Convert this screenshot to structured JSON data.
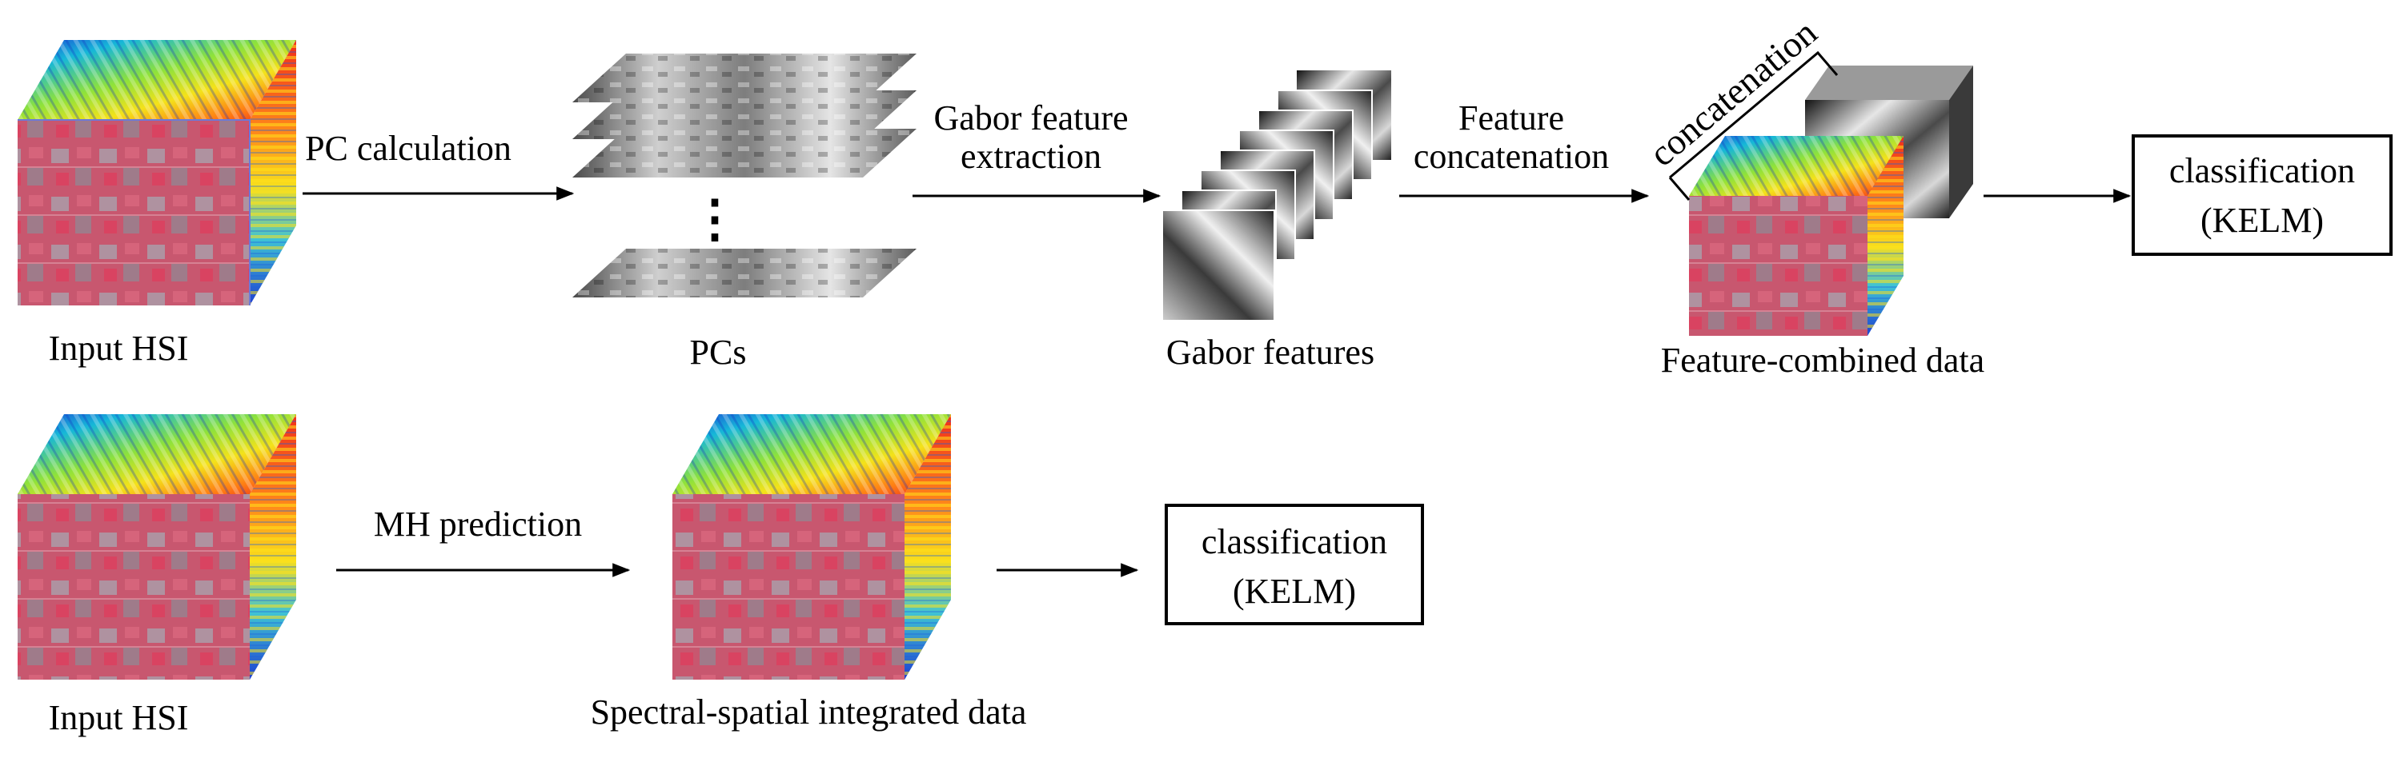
{
  "pipeline_top": {
    "input_label": "Input HSI",
    "step1_label": "PC calculation",
    "pcs_label": "PCs",
    "ellipsis": "⋮",
    "step2_label_line1": "Gabor feature",
    "step2_label_line2": "extraction",
    "gabor_label": "Gabor features",
    "step3_label_line1": "Feature",
    "step3_label_line2": "concatenation",
    "concat_bracket_label": "concatenation",
    "combined_label": "Feature-combined data",
    "classifier_line1": "classification",
    "classifier_line2": "(KELM)"
  },
  "pipeline_bottom": {
    "input_label": "Input HSI",
    "step1_label": "MH prediction",
    "output_label": "Spectral-spatial integrated data",
    "classifier_line1": "classification",
    "classifier_line2": "(KELM)"
  },
  "colors": {
    "line": "#000000",
    "hsi_front": "#c9576f",
    "hsi_top": "#3aa0c8",
    "hsi_side": "#e8342a",
    "gray_light": "#d9d9d9",
    "gray_dark": "#2a2a2a"
  }
}
